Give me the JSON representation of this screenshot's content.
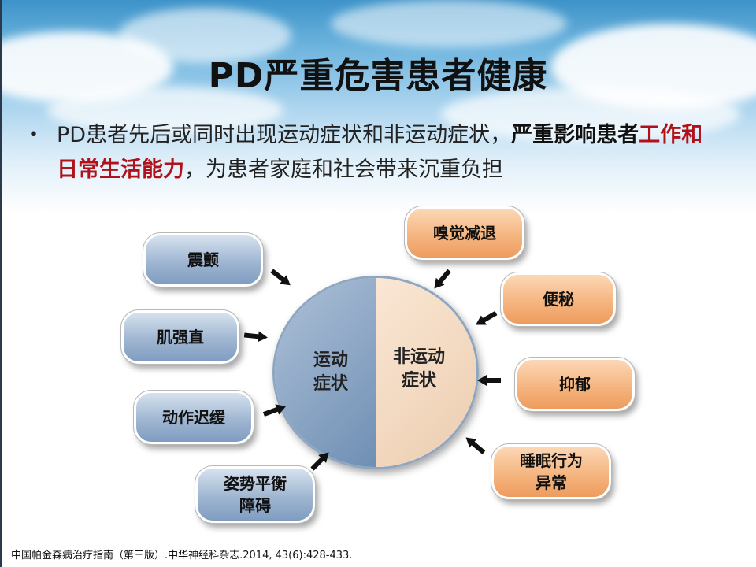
{
  "slide": {
    "title": "PD严重危害患者健康",
    "bullet": {
      "marker": "•",
      "part1": "PD患者先后或同时出现运动症状和非运动症状，",
      "part2_bold": "严重影响患者",
      "part3_red": "工作和日常生活能力",
      "part4": "，为患者家庭和社会带来沉重负担"
    },
    "circle": {
      "left_label_line1": "运动",
      "left_label_line2": "症状",
      "right_label_line1": "非运动",
      "right_label_line2": "症状"
    },
    "motor_symptoms": [
      {
        "line1": "震颤",
        "line2": ""
      },
      {
        "line1": "肌强直",
        "line2": ""
      },
      {
        "line1": "动作迟缓",
        "line2": ""
      },
      {
        "line1": "姿势平衡",
        "line2": "障碍"
      }
    ],
    "nonmotor_symptoms": [
      {
        "line1": "嗅觉减退",
        "line2": ""
      },
      {
        "line1": "便秘",
        "line2": ""
      },
      {
        "line1": "抑郁",
        "line2": ""
      },
      {
        "line1": "睡眠行为",
        "line2": "异常"
      }
    ],
    "citation": "中国帕金森病治疗指南（第三版）.中华神经科杂志.2014, 43(6):428-433.",
    "colors": {
      "title": "#111111",
      "highlight_red": "#b0121b",
      "motor_blue": "#8fa8c8",
      "nonmotor_orange": "#f4b27c"
    }
  }
}
